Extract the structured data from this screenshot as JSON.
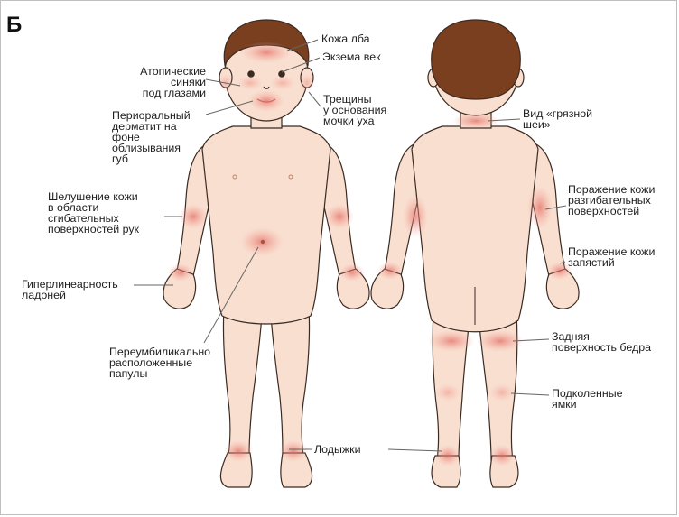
{
  "panel_letter": "Б",
  "colors": {
    "skin": "#f9dfd0",
    "skin_outline": "#3a2a22",
    "hair": "#7a3f1e",
    "rash": "#e8817a",
    "leader_line": "#666666"
  },
  "labels": {
    "forehead": "Кожа лба",
    "eyelid": "Экзема век",
    "atopic_circles": "Атопические\nсиняки\nпод глазами",
    "ear_fissures": "Трещины\nу основания\nмочки уха",
    "perioral": "Периоральный\nдерматит на\nфоне\nоблизывания\nгуб",
    "flexural_arms": "Шелушение кожи\nв области\nсгибательных\nповерхностей рук",
    "palms": "Гиперлинеарность\nладоней",
    "periumbilical": "Переумбиликально\nрасположенные\nпапулы",
    "ankles": "Лодыжки",
    "dirty_neck": "Вид «грязной\nшеи»",
    "extensor": "Поражение кожи\nразгибательных\nповерхностей",
    "wrists": "Поражение кожи\nзапястий",
    "posterior_thigh": "Задняя\nповерхность бедра",
    "popliteal": "Подколенные\nямки"
  }
}
